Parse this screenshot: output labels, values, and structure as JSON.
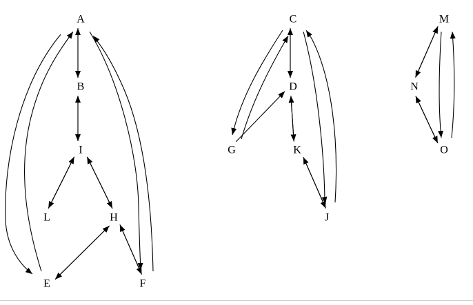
{
  "diagram": {
    "nodes": [
      {
        "id": "A",
        "label": "A"
      },
      {
        "id": "B",
        "label": "B"
      },
      {
        "id": "I",
        "label": "I"
      },
      {
        "id": "L",
        "label": "L"
      },
      {
        "id": "H",
        "label": "H"
      },
      {
        "id": "E",
        "label": "E"
      },
      {
        "id": "F",
        "label": "F"
      },
      {
        "id": "C",
        "label": "C"
      },
      {
        "id": "D",
        "label": "D"
      },
      {
        "id": "G",
        "label": "G"
      },
      {
        "id": "K",
        "label": "K"
      },
      {
        "id": "J",
        "label": "J"
      },
      {
        "id": "M",
        "label": "M"
      },
      {
        "id": "N",
        "label": "N"
      },
      {
        "id": "O",
        "label": "O"
      }
    ],
    "edges": [
      {
        "from": "A",
        "to": "B"
      },
      {
        "from": "B",
        "to": "A"
      },
      {
        "from": "B",
        "to": "I"
      },
      {
        "from": "I",
        "to": "B"
      },
      {
        "from": "I",
        "to": "L"
      },
      {
        "from": "L",
        "to": "I"
      },
      {
        "from": "I",
        "to": "H"
      },
      {
        "from": "H",
        "to": "I"
      },
      {
        "from": "A",
        "to": "E"
      },
      {
        "from": "E",
        "to": "A"
      },
      {
        "from": "A",
        "to": "F"
      },
      {
        "from": "F",
        "to": "A"
      },
      {
        "from": "H",
        "to": "E"
      },
      {
        "from": "E",
        "to": "H"
      },
      {
        "from": "H",
        "to": "F"
      },
      {
        "from": "F",
        "to": "H"
      },
      {
        "from": "C",
        "to": "D"
      },
      {
        "from": "D",
        "to": "C"
      },
      {
        "from": "C",
        "to": "G"
      },
      {
        "from": "G",
        "to": "C"
      },
      {
        "from": "G",
        "to": "D"
      },
      {
        "from": "D",
        "to": "K"
      },
      {
        "from": "K",
        "to": "D"
      },
      {
        "from": "C",
        "to": "J"
      },
      {
        "from": "J",
        "to": "C"
      },
      {
        "from": "K",
        "to": "J"
      },
      {
        "from": "J",
        "to": "K"
      },
      {
        "from": "M",
        "to": "N"
      },
      {
        "from": "N",
        "to": "M"
      },
      {
        "from": "M",
        "to": "O"
      },
      {
        "from": "O",
        "to": "M"
      },
      {
        "from": "N",
        "to": "O"
      },
      {
        "from": "O",
        "to": "N"
      }
    ]
  }
}
